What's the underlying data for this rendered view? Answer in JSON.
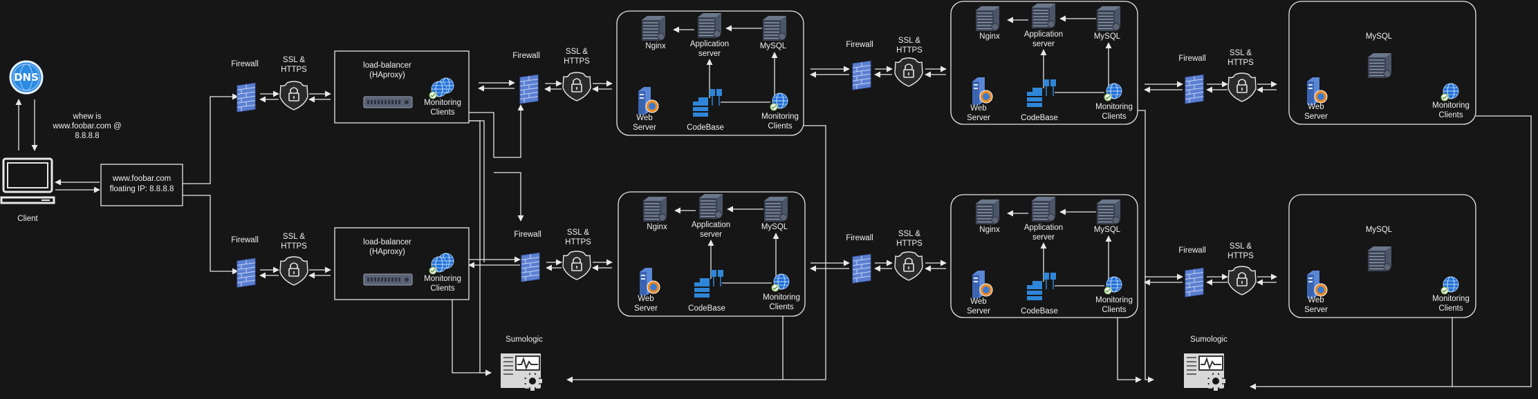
{
  "client": {
    "label": "Client"
  },
  "dns": {
    "label": "DNS",
    "query": "whew is www.foobar.com @ 8.8.8.8"
  },
  "entry": {
    "domain": "www.foobar.com",
    "floating_ip": "floating IP: 8.8.8.8"
  },
  "common": {
    "firewall": "Firewall",
    "ssl": "SSL & HTTPS",
    "load_balancer": "load-balancer (HAproxy)",
    "monitoring": "Monitoring Clients",
    "nginx": "Nginx",
    "app_server": "Application server",
    "mysql": "MySQL",
    "web_server": "Web Server",
    "codebase": "CodeBase",
    "sumologic": "Sumologic"
  },
  "colors": {
    "background": "#161616",
    "line": "#e8e8e8",
    "icon_blue": "#4a7fc8",
    "icon_slate": "#4a5568",
    "server_gray": "#8a8a8a"
  }
}
